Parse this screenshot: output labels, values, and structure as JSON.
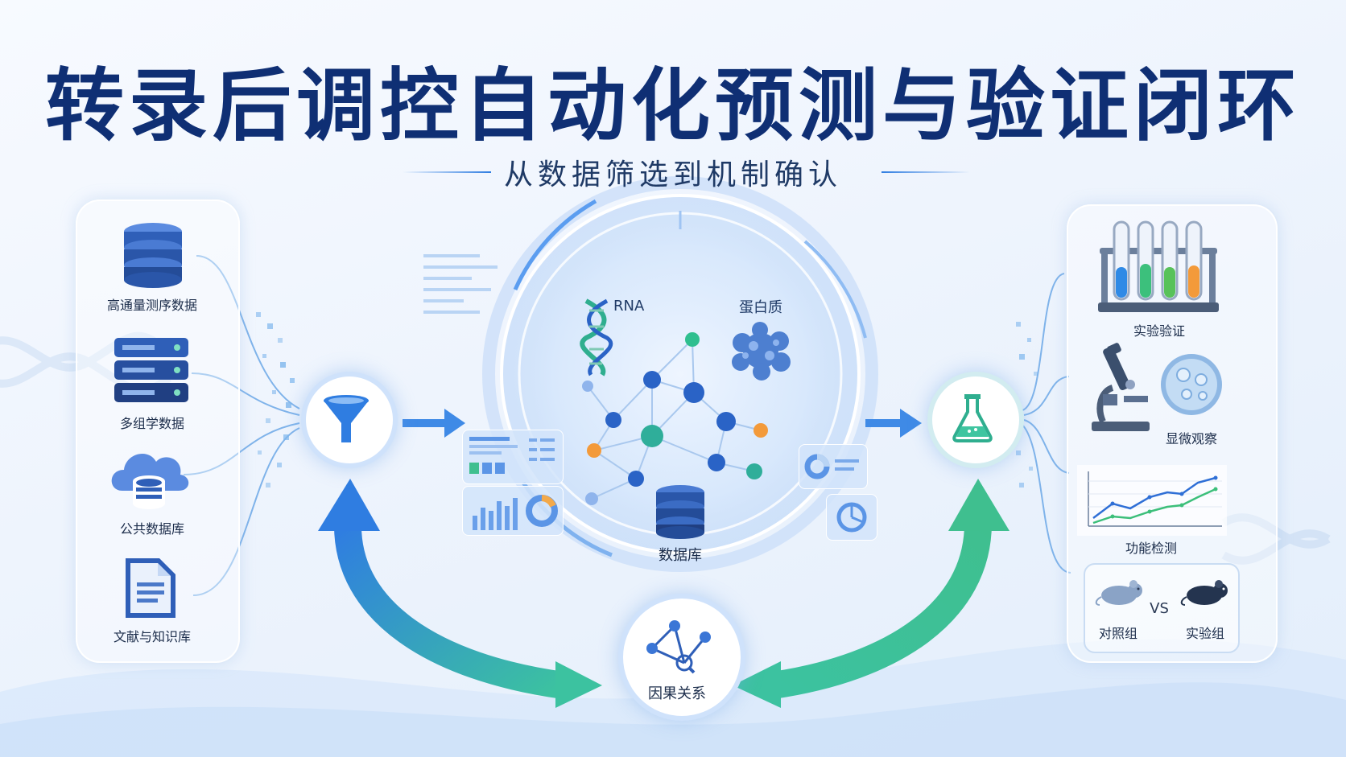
{
  "title": "转录后调控自动化预测与验证闭环",
  "subtitle": "从数据筛选到机制确认",
  "left_sources": [
    {
      "label": "高通量测序数据",
      "icon": "database-stack-icon"
    },
    {
      "label": "多组学数据",
      "icon": "server-rack-icon"
    },
    {
      "label": "公共数据库",
      "icon": "cloud-database-icon"
    },
    {
      "label": "文献与知识库",
      "icon": "document-icon"
    }
  ],
  "center": {
    "rna_label": "RNA",
    "protein_label": "蛋白质",
    "database_label": "数据库"
  },
  "causal_label": "因果关系",
  "right_steps": [
    {
      "label": "实验验证",
      "icon": "test-tubes-icon"
    },
    {
      "label": "显微观察",
      "icon": "microscope-icon"
    },
    {
      "label": "功能检测",
      "icon": "line-chart-icon"
    }
  ],
  "comparison": {
    "control_label": "对照组",
    "vs_label": "VS",
    "experiment_label": "实验组"
  },
  "colors": {
    "title": "#0f2f74",
    "accent_blue": "#2f7de1",
    "accent_green": "#2fbf8f"
  }
}
